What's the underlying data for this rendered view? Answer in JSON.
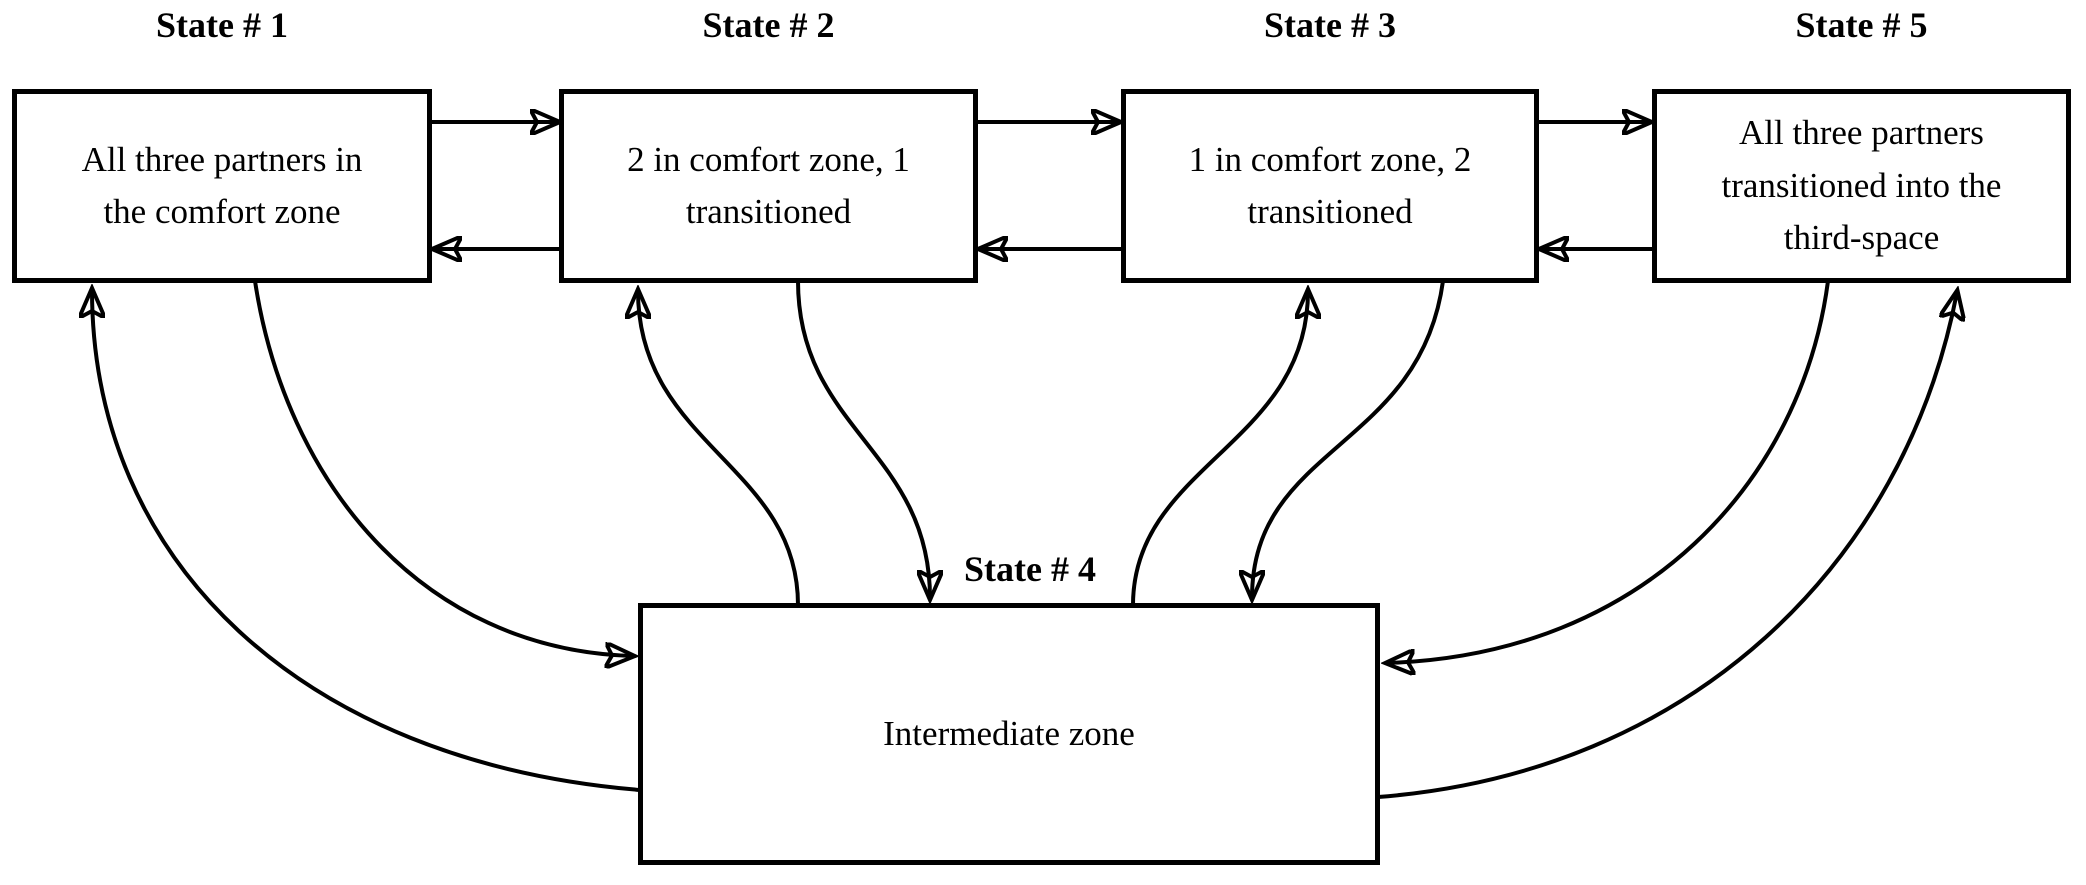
{
  "diagram": {
    "colors": {
      "background": "#ffffff",
      "line": "#000000"
    },
    "nodes": [
      {
        "id": "state1",
        "title": "State # 1",
        "label": "All three partners in\nthe comfort zone"
      },
      {
        "id": "state2",
        "title": "State # 2",
        "label": "2 in comfort zone, 1\ntransitioned"
      },
      {
        "id": "state3",
        "title": "State # 3",
        "label": "1 in comfort zone, 2\ntransitioned"
      },
      {
        "id": "state5",
        "title": "State # 5",
        "label": "All three partners\ntransitioned into the\nthird-space"
      },
      {
        "id": "state4",
        "title": "State # 4",
        "label": "Intermediate zone"
      }
    ],
    "edges": [
      {
        "from": "state1",
        "to": "state2",
        "style": "straight"
      },
      {
        "from": "state2",
        "to": "state1",
        "style": "straight"
      },
      {
        "from": "state2",
        "to": "state3",
        "style": "straight"
      },
      {
        "from": "state3",
        "to": "state2",
        "style": "straight"
      },
      {
        "from": "state3",
        "to": "state5",
        "style": "straight"
      },
      {
        "from": "state5",
        "to": "state3",
        "style": "straight"
      },
      {
        "from": "state1",
        "to": "state4",
        "style": "curved"
      },
      {
        "from": "state4",
        "to": "state1",
        "style": "curved"
      },
      {
        "from": "state2",
        "to": "state4",
        "style": "curved"
      },
      {
        "from": "state4",
        "to": "state2",
        "style": "curved"
      },
      {
        "from": "state3",
        "to": "state4",
        "style": "curved"
      },
      {
        "from": "state4",
        "to": "state3",
        "style": "curved"
      },
      {
        "from": "state5",
        "to": "state4",
        "style": "curved"
      },
      {
        "from": "state4",
        "to": "state5",
        "style": "curved"
      }
    ]
  }
}
